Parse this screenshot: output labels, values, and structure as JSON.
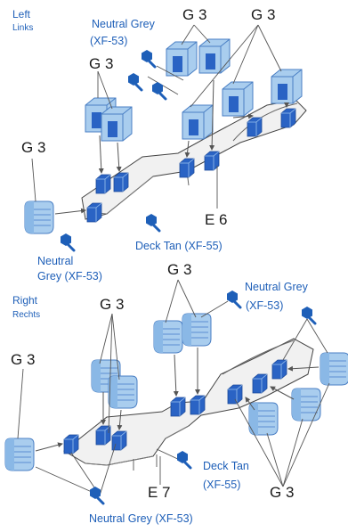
{
  "left": {
    "title": "Left",
    "subtitle": "Links",
    "codes": {
      "a": "G 3",
      "b": "G 3",
      "c": "G 3",
      "d": "G 3",
      "e": "E 6"
    },
    "paint1": "Neutral Grey",
    "paint1_code": "(XF-53)",
    "paint2_line1": "Neutral",
    "paint2_line2": "Grey (XF-53)",
    "paint3": "Deck Tan (XF-55)"
  },
  "right": {
    "title": "Right",
    "subtitle": "Rechts",
    "codes": {
      "a": "G 3",
      "b": "G 3",
      "c": "G 3",
      "d": "G 3",
      "e": "E 7"
    },
    "paint1": "Neutral Grey",
    "paint1_code": "(XF-53)",
    "paint2": "Deck Tan",
    "paint2_code": "(XF-55)",
    "paint3": "Neutral Grey (XF-53)"
  },
  "colors": {
    "part_fill": "#a9cdee",
    "part_dark": "#2a63c4",
    "paint_marker": "#1e5fb8",
    "line": "#555555"
  }
}
